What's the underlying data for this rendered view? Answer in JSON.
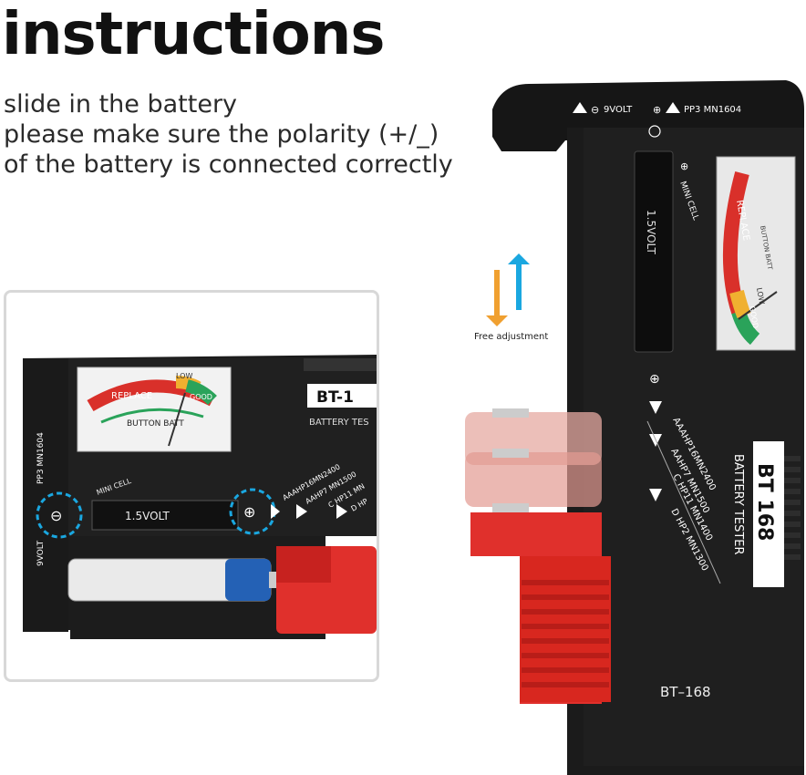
{
  "heading": "instructions",
  "instructions": [
    "slide in the battery",
    "please make sure the polarity (+/_)",
    "of the battery is connected correctly"
  ],
  "free_adjustment_label": "Free adjustment",
  "inset": {
    "meter": {
      "replace": "REPLACE",
      "low": "LOW",
      "good": "GOOD",
      "button_batt": "BUTTON BATT"
    },
    "model_short": "BT-1",
    "tester_short": "BATTERY TES",
    "slot_label": "1.5VOLT",
    "mini_cell": "MINI CELL",
    "side_label": "9VOLT",
    "pp3": "PP3 MN1604",
    "size_labels": [
      "AAAHP16MN2400",
      "AAHP7 MN1500",
      "C HP11 MN",
      "D HP"
    ],
    "plus": "⊕",
    "minus": "⊖"
  },
  "device": {
    "top_9volt": "9VOLT",
    "top_pp3": "PP3 MN1604",
    "slot_label": "1.5VOLT",
    "mini_cell": "MINI CELL",
    "meter": {
      "replace": "REPLACE",
      "low": "LOW",
      "good": "GOOD",
      "button_batt": "BUTTON BATT"
    },
    "size_labels": [
      "AAAHP16MN2400",
      "AAHP7 MN1500",
      "C HP11 MN1400",
      "D HP2 MN1300"
    ],
    "battery_tester": "BATTERY TESTER",
    "badge": "BT 168",
    "model": "BT–168"
  },
  "colors": {
    "body": "#1b1b1b",
    "slider": "#e0302c",
    "arrow_up": "#1aa7e0",
    "arrow_down": "#f0a030",
    "replace_red": "#d9302a",
    "good_green": "#2aa35a"
  }
}
